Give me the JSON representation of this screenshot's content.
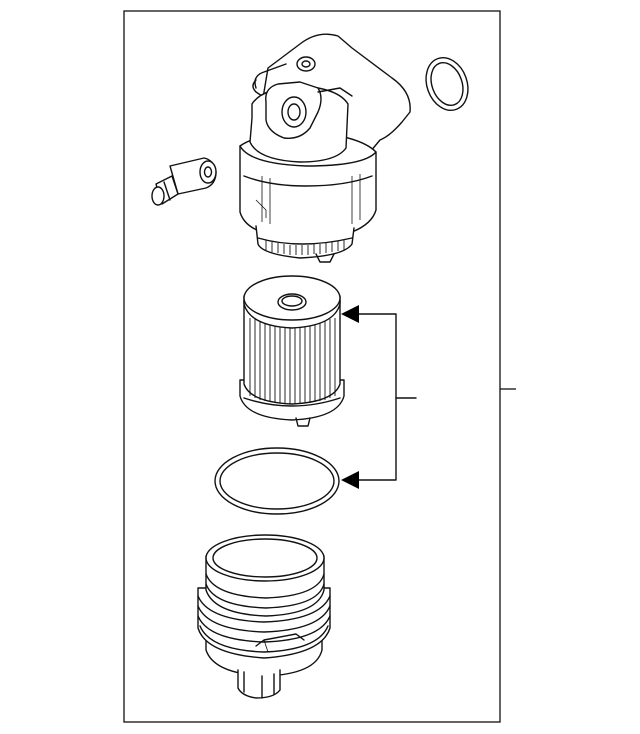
{
  "diagram": {
    "kind": "exploded parts diagram",
    "parts": [
      "oil-filter-housing",
      "housing-seal-ring",
      "sensor-plug",
      "filter-element",
      "cap-o-ring",
      "filter-cap"
    ],
    "callouts": [],
    "line_color": "#111111",
    "background": "#ffffff"
  }
}
